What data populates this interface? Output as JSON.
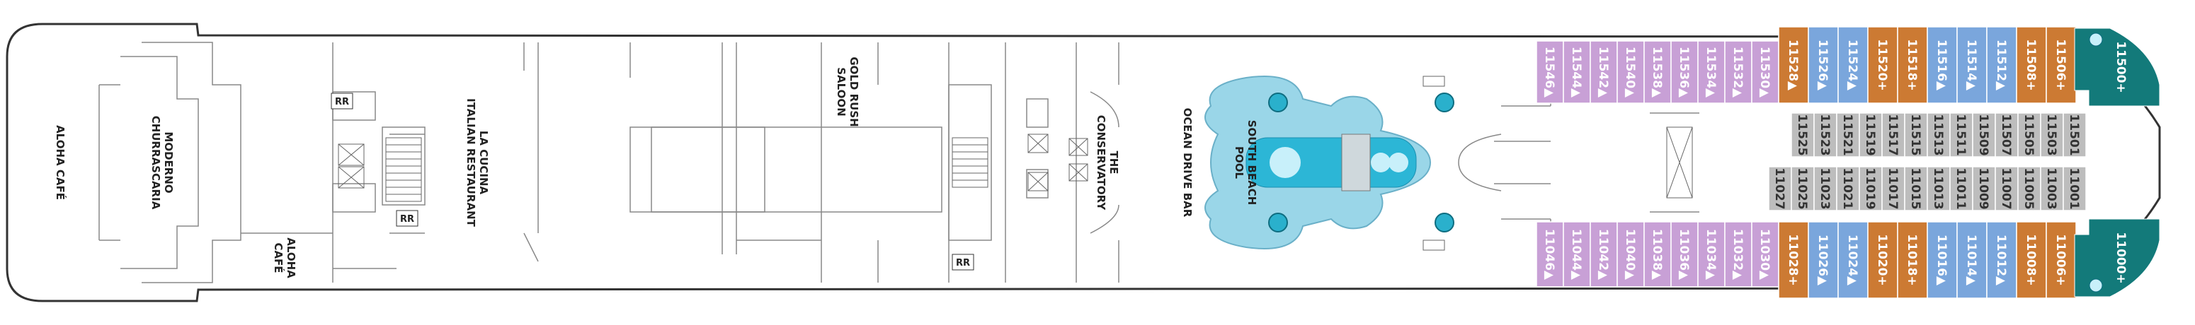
{
  "venues": {
    "aloha_cafe_aft": "ALOHA CAFÉ",
    "moderno_1": "MODERNO",
    "moderno_2": "CHURRASCARIA",
    "la_cucina_1": "LA CUCINA",
    "la_cucina_2": "ITALIAN RESTAURANT",
    "aloha_cafe_1": "ALOHA",
    "aloha_cafe_2": "CAFÉ",
    "gold_rush_1": "GOLD RUSH",
    "gold_rush_2": "SALOON",
    "conservatory_1": "THE",
    "conservatory_2": "CONSERVATORY",
    "ocean_drive": "OCEAN DRIVE BAR",
    "pool_1": "SOUTH BEACH",
    "pool_2": "POOL",
    "restroom": "RR"
  },
  "colors": {
    "purple": "#c8a0d6",
    "orange": "#cc7a33",
    "blue": "#7aa6dc",
    "gray": "#bdbdbd",
    "teal": "#137a7a",
    "pool": "#8fd3e6"
  },
  "cabins": {
    "top_purple": [
      "11546▲",
      "11544▲",
      "11542▲",
      "11540▲",
      "11538▲",
      "11536▲",
      "11534▲",
      "11532▲",
      "11530▲"
    ],
    "bottom_purple": [
      "11046▲",
      "11044▲",
      "11042▲",
      "11040▲",
      "11038▲",
      "11036▲",
      "11034▲",
      "11032▲",
      "11030▲"
    ],
    "top_fwd": [
      {
        "id": "11528▲",
        "c": "orange"
      },
      {
        "id": "11526▲",
        "c": "blue"
      },
      {
        "id": "11524▲",
        "c": "blue"
      },
      {
        "id": "11520+",
        "c": "orange"
      },
      {
        "id": "11518+",
        "c": "orange"
      },
      {
        "id": "11516▲",
        "c": "blue"
      },
      {
        "id": "11514▲",
        "c": "blue"
      },
      {
        "id": "11512▲",
        "c": "blue"
      },
      {
        "id": "11508+",
        "c": "orange"
      },
      {
        "id": "11506+",
        "c": "orange"
      }
    ],
    "bottom_fwd": [
      {
        "id": "11028+",
        "c": "orange"
      },
      {
        "id": "11026▲",
        "c": "blue"
      },
      {
        "id": "11024▲",
        "c": "blue"
      },
      {
        "id": "11020+",
        "c": "orange"
      },
      {
        "id": "11018+",
        "c": "orange"
      },
      {
        "id": "11016▲",
        "c": "blue"
      },
      {
        "id": "11014▲",
        "c": "blue"
      },
      {
        "id": "11012▲",
        "c": "blue"
      },
      {
        "id": "11008+",
        "c": "orange"
      },
      {
        "id": "11006+",
        "c": "orange"
      }
    ],
    "inner_top": [
      "11525",
      "11523",
      "11521",
      "11519",
      "11517",
      "11515",
      "11513",
      "11511",
      "11509",
      "11507",
      "11505",
      "11503",
      "11501"
    ],
    "inner_bottom": [
      "11027",
      "11025",
      "11023",
      "11021",
      "11019",
      "11017",
      "11015",
      "11013",
      "11011",
      "11009",
      "11007",
      "11005",
      "11003",
      "11001"
    ],
    "suite_top": "11500+",
    "suite_bottom": "11000+"
  }
}
